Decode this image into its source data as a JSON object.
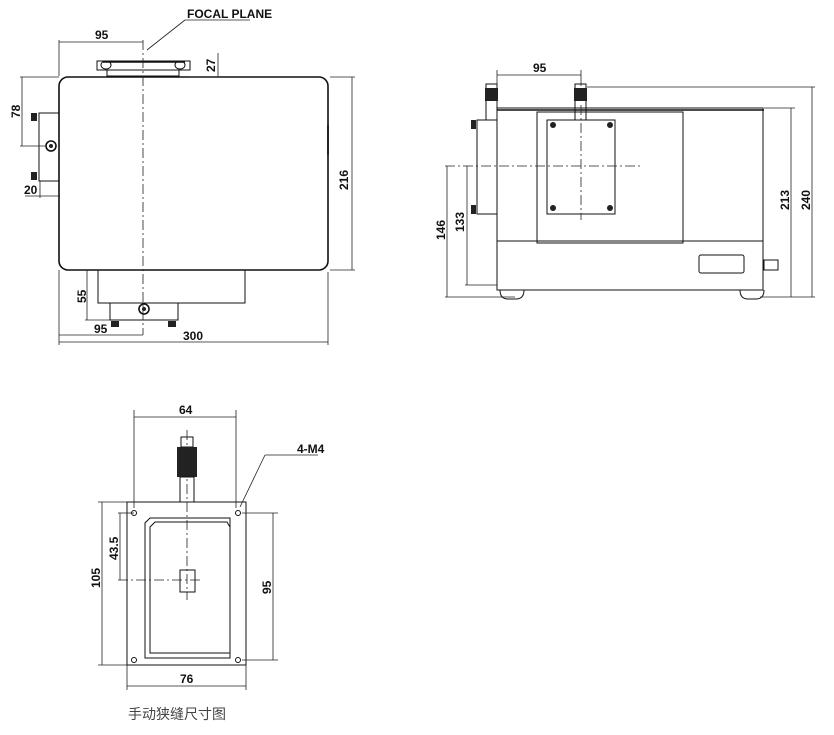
{
  "caption": "手动狭缝尺寸图",
  "top_view": {
    "focal_plane_label": "FOCAL PLANE",
    "dims": {
      "top_offset": "95",
      "focal_height": "27",
      "left_upper": "78",
      "left_lower": "20",
      "height": "216",
      "bottom_depth": "55",
      "bottom_offset": "95",
      "width": "300"
    }
  },
  "side_view": {
    "dims": {
      "micrometer_spacing": "95",
      "axis_height_outer": "146",
      "axis_height_inner": "133",
      "body_height": "213",
      "total_height": "240"
    }
  },
  "slit_view": {
    "dims": {
      "top_width": "64",
      "thread_label": "4-M4",
      "slit_offset": "43.5",
      "outer_height": "105",
      "hole_spacing": "95",
      "outer_width": "76"
    }
  }
}
